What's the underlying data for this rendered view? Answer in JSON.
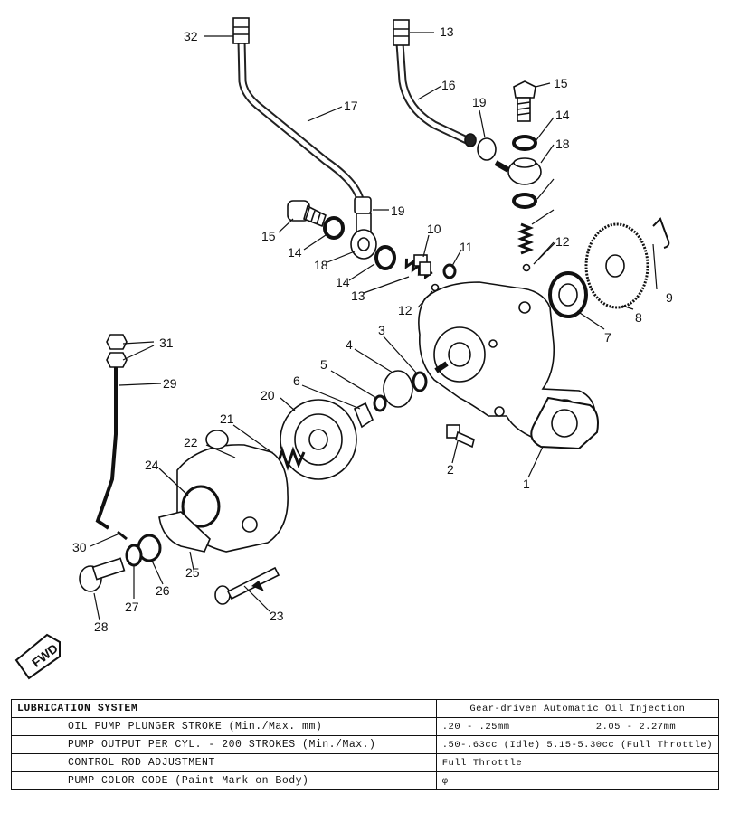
{
  "fwd_label": "FWD",
  "callouts": [
    "32",
    "17",
    "19",
    "15",
    "14",
    "18",
    "13",
    "16",
    "19",
    "15",
    "14",
    "18",
    "14",
    "13",
    "10",
    "11",
    "12",
    "12",
    "9",
    "8",
    "7",
    "3",
    "4",
    "5",
    "6",
    "31",
    "29",
    "20",
    "21",
    "22",
    "24",
    "30",
    "27",
    "28",
    "26",
    "25",
    "23",
    "2",
    "1"
  ],
  "table": {
    "header": {
      "label": "LUBRICATION SYSTEM",
      "value": "Gear-driven Automatic Oil Injection"
    },
    "rows": [
      {
        "label": "OIL PUMP PLUNGER STROKE (Min./Max. mm)",
        "value": ".20 - .25mm              2.05 - 2.27mm"
      },
      {
        "label": "PUMP OUTPUT PER CYL. - 200 STROKES (Min./Max.)",
        "value": ".50-.63cc (Idle)  5.15-5.30cc (Full Throttle)"
      },
      {
        "label": "CONTROL ROD ADJUSTMENT",
        "value": "Full Throttle"
      },
      {
        "label": "PUMP COLOR CODE (Paint Mark on Body)",
        "value": "φ"
      }
    ]
  }
}
